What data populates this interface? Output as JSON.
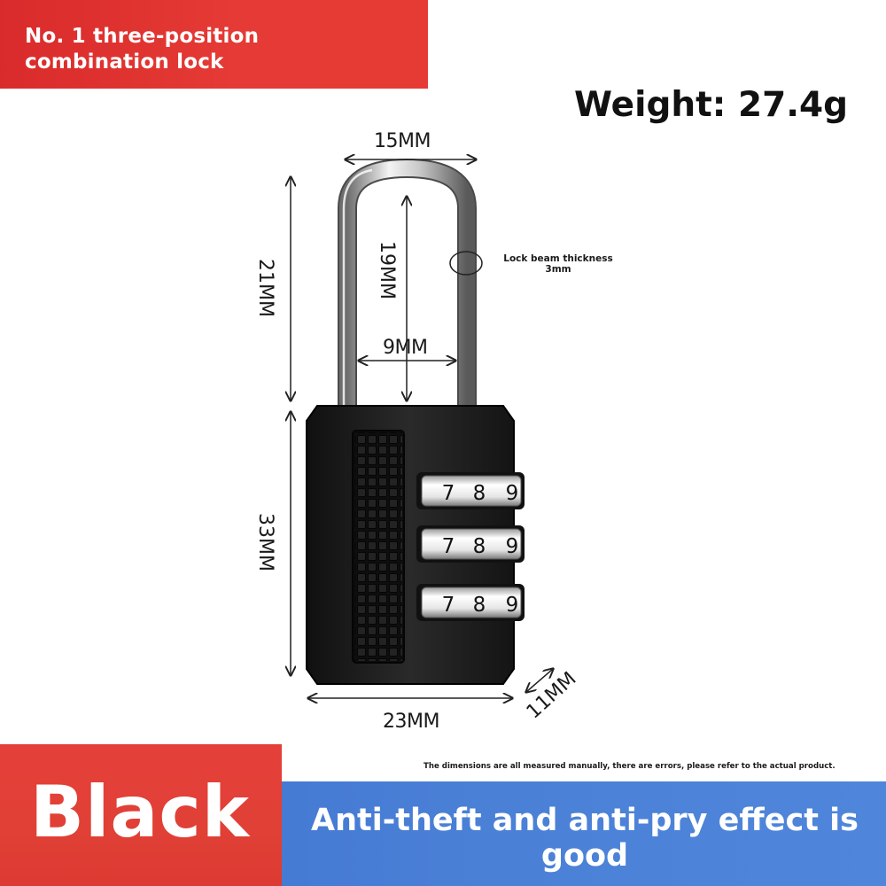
{
  "banner": {
    "line1": "No. 1 three-position",
    "line2": "combination lock"
  },
  "weight_label": "Weight: 27.4g",
  "dimensions": {
    "shackle_width": "15MM",
    "shackle_height_total": "21MM",
    "shackle_inner_height": "19MM",
    "shackle_inner_width": "9MM",
    "body_height": "33MM",
    "body_width": "23MM",
    "body_depth": "11MM"
  },
  "beam_note": {
    "line1": "Lock beam thickness",
    "line2": "3mm"
  },
  "dials": [
    {
      "digits": [
        "7",
        "8",
        "9"
      ]
    },
    {
      "digits": [
        "7",
        "8",
        "9"
      ]
    },
    {
      "digits": [
        "7",
        "8",
        "9"
      ]
    }
  ],
  "disclaimer": "The dimensions are all measured manually, there are errors, please refer to the actual product.",
  "color_name": "Black",
  "tagline": "Anti-theft and anti-pry effect is good",
  "colors": {
    "banner_red": "#e53a35",
    "band_blue": "#4a7fd6",
    "lock_body": "#1c1c1c"
  }
}
